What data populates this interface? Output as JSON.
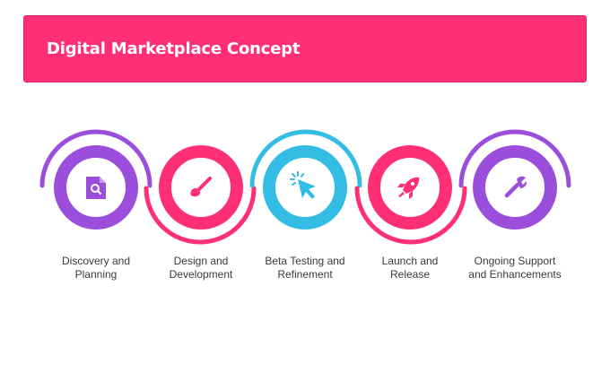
{
  "header": {
    "title": "Digital Marketplace Concept"
  },
  "steps": [
    {
      "label": "Discovery and\nPlanning",
      "icon": "magnifier-document-icon",
      "color": "#9b4ddb"
    },
    {
      "label": "Design and\nDevelopment",
      "icon": "paintbrush-icon",
      "color": "#ff2f74"
    },
    {
      "label": "Beta Testing and\nRefinement",
      "icon": "cursor-click-icon",
      "color": "#33bde4"
    },
    {
      "label": "Launch and\nRelease",
      "icon": "rocket-icon",
      "color": "#ff2f74"
    },
    {
      "label": "Ongoing Support\nand Enhancements",
      "icon": "wrench-icon",
      "color": "#9b4ddb"
    }
  ],
  "colors": {
    "accent_pink": "#ff2f74",
    "accent_purple": "#9b4ddb",
    "accent_blue": "#33bde4",
    "text": "#3a3a3a"
  }
}
